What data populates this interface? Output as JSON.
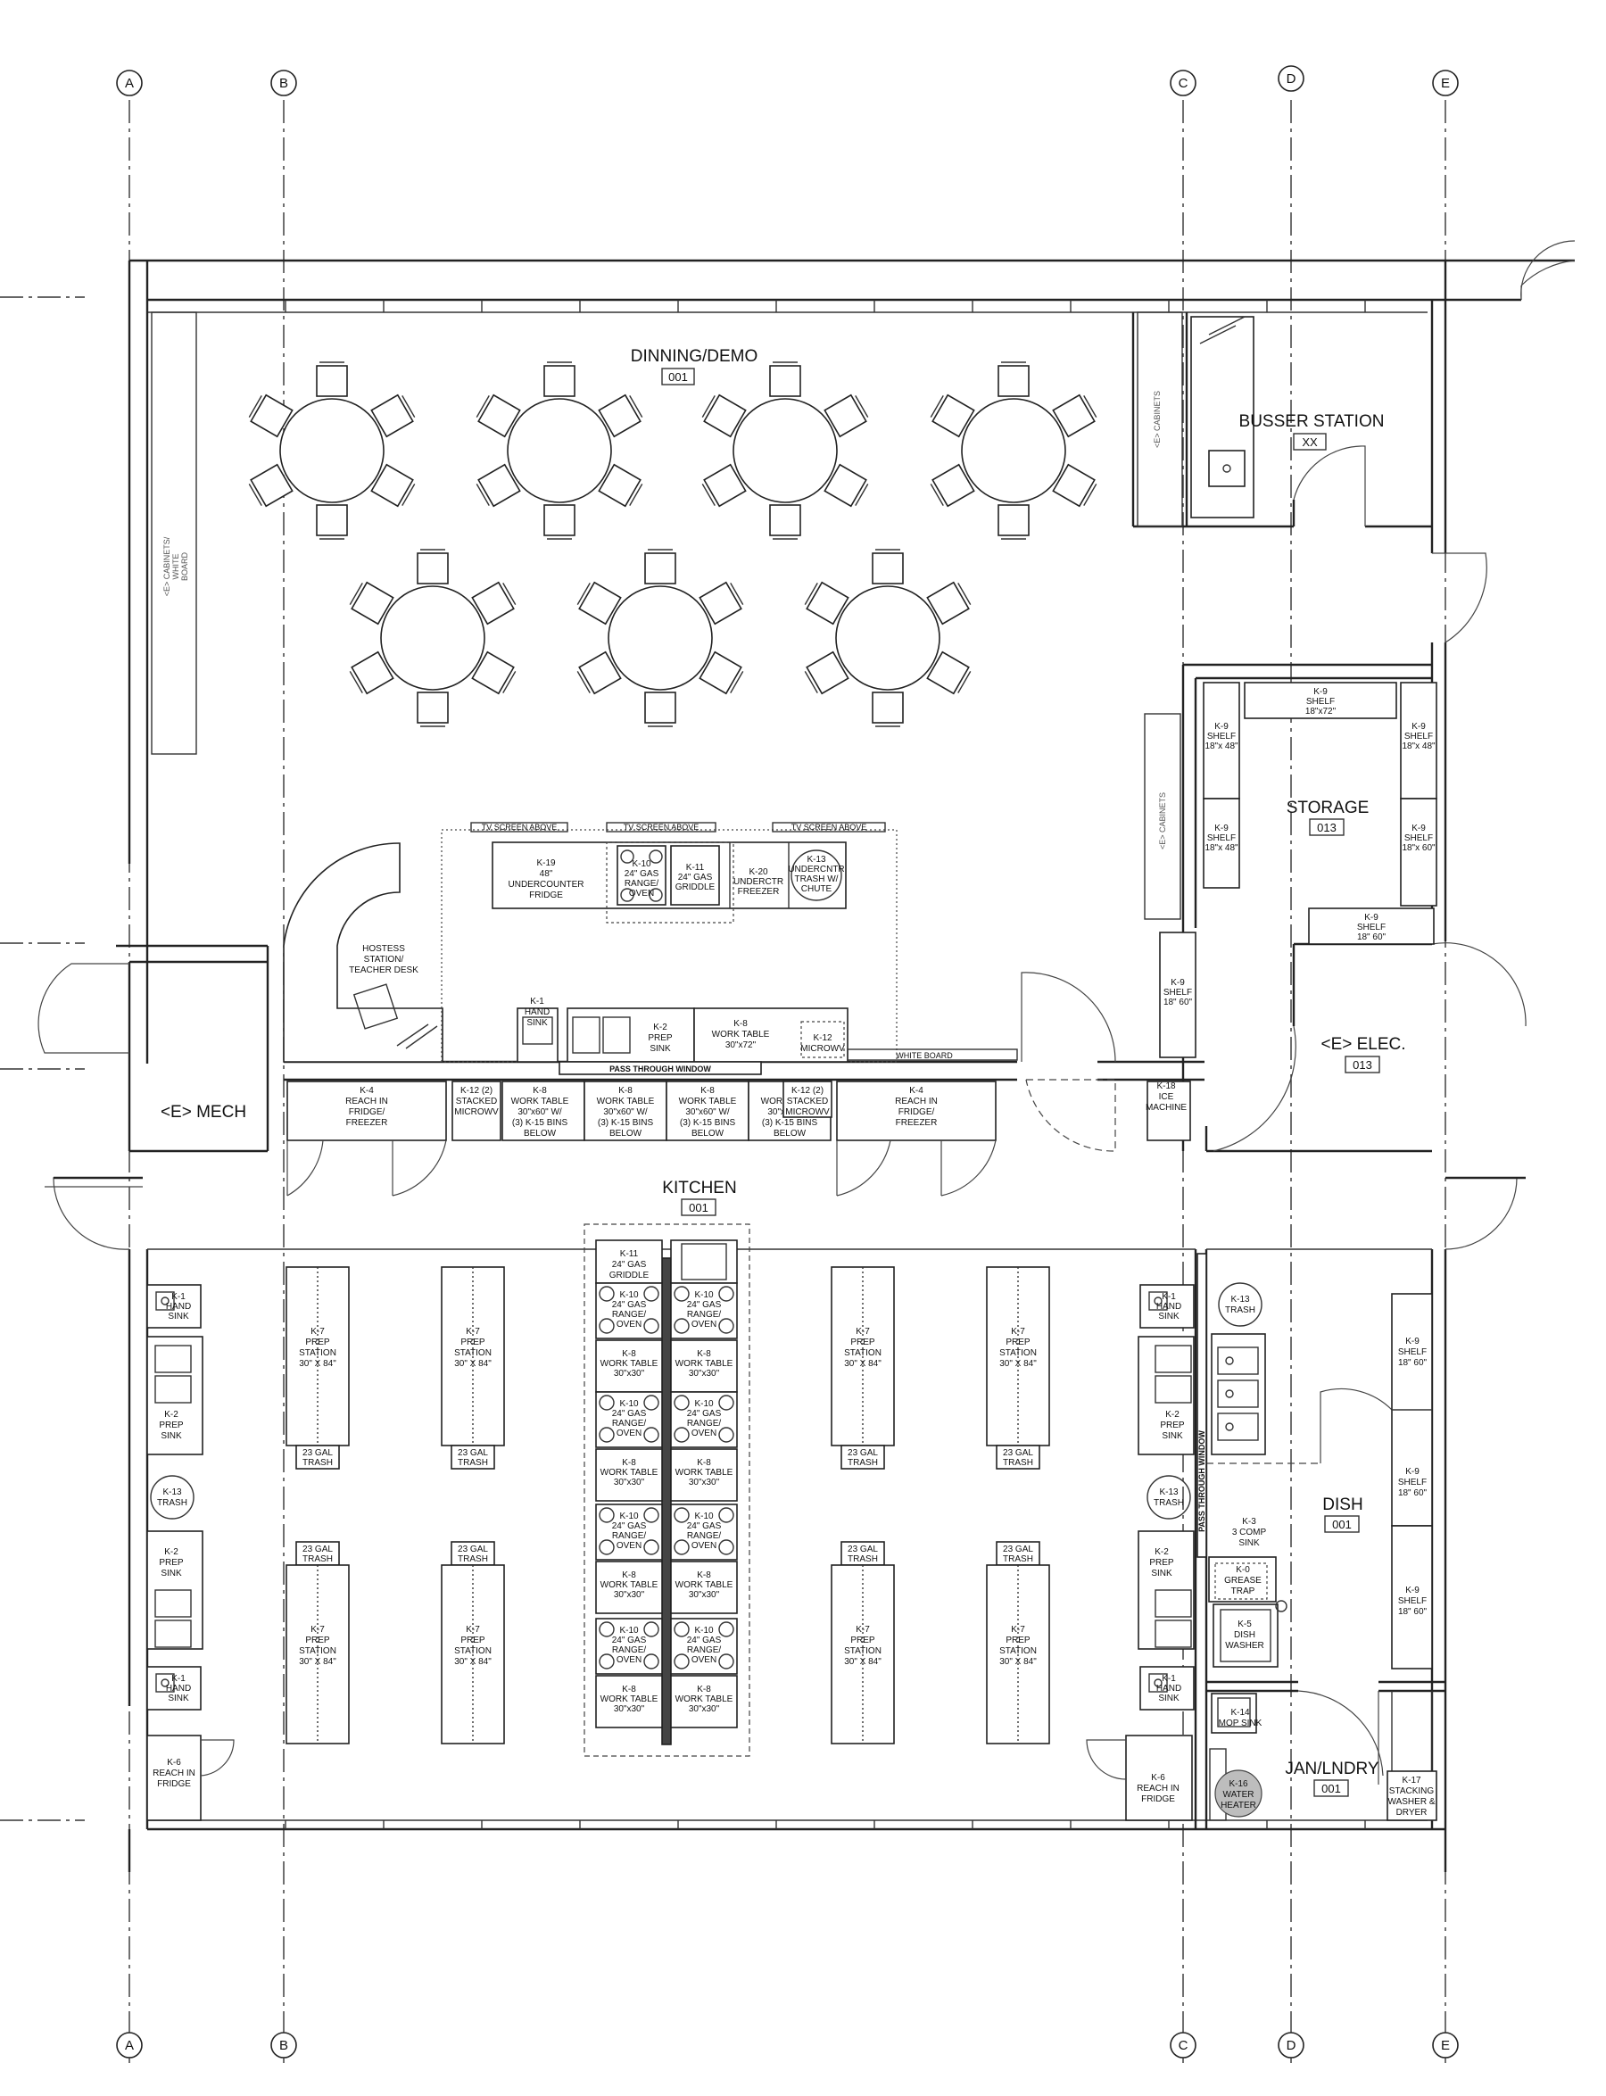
{
  "grid_lines": [
    "A",
    "B",
    "C",
    "D",
    "E"
  ],
  "rooms": {
    "dining": {
      "name": "DINNING/DEMO",
      "number": "001"
    },
    "busser": {
      "name": "BUSSER STATION",
      "number": "XX"
    },
    "storage": {
      "name": "STORAGE",
      "number": "013"
    },
    "elec": {
      "name": "<E> ELEC.",
      "number": "013"
    },
    "mech": {
      "name": "<E> MECH"
    },
    "kitchen": {
      "name": "KITCHEN",
      "number": "001"
    },
    "dish": {
      "name": "DISH",
      "number": "001"
    },
    "janitor": {
      "name": "JAN/LNDRY",
      "number": "001"
    }
  },
  "wall_labels": {
    "cabinets_whiteboard": "<E> CABINETS/ WHITE BOARD",
    "cabinets_busser": "<E> CABINETS",
    "cabinets_storage": "<E> CABINETS",
    "tv_screen": "TV SCREEN ABOVE",
    "pass_through": "PASS THROUGH WINDOW",
    "pass_through_dish": "PASS THROUGH WINDOW",
    "white_board": "WHITE BOARD"
  },
  "equipment": {
    "k19": [
      "K-19",
      "48\"",
      "UNDERCOUNTER",
      "FRIDGE"
    ],
    "k10_demo": [
      "K-10",
      "24\" GAS",
      "RANGE/",
      "OVEN"
    ],
    "k11_demo": [
      "K-11",
      "24\" GAS",
      "GRIDDLE"
    ],
    "k20": [
      "K-20",
      "UNDERCTR",
      "FREEZER"
    ],
    "k13_demo": [
      "K-13",
      "UNDERCNTR",
      "TRASH W/",
      "CHUTE"
    ],
    "hostess": [
      "HOSTESS",
      "STATION/",
      "TEACHER DESK"
    ],
    "k1_demo": [
      "K-1",
      "HAND",
      "SINK"
    ],
    "k2_demo": [
      "K-2",
      "PREP",
      "SINK"
    ],
    "k8_demo": [
      "K-8",
      "WORK TABLE",
      "30\"x72\""
    ],
    "k12_demo": [
      "K-12",
      "MICROWV"
    ],
    "k4": [
      "K-4",
      "REACH IN",
      "FRIDGE/",
      "FREEZER"
    ],
    "k12_stack": [
      "K-12 (2)",
      "STACKED",
      "MICROWV"
    ],
    "k8_bins": [
      "K-8",
      "WORK TABLE",
      "30\"x60\" W/",
      "(3) K-15 BINS",
      "BELOW"
    ],
    "k18": [
      "K-18",
      "ICE",
      "MACHINE"
    ],
    "k9_shelf_72": [
      "K-9",
      "SHELF",
      "18\"x72\""
    ],
    "k9_shelf_48": [
      "K-9",
      "SHELF",
      "18\"x 48\""
    ],
    "k9_shelf_60": [
      "K-9",
      "SHELF",
      "18\"x 60\""
    ],
    "k9_shelf_60b": [
      "K-9",
      "SHELF",
      "18\" 60\""
    ],
    "k7": [
      "K-7",
      "PREP",
      "STATION",
      "30\" X 84\""
    ],
    "trash23": [
      "23 GAL",
      "TRASH"
    ],
    "k11_kit": [
      "K-11",
      "24\" GAS",
      "GRIDDLE"
    ],
    "k10_kit": [
      "K-10",
      "24\" GAS",
      "RANGE/",
      "OVEN"
    ],
    "k8_kit": [
      "K-8",
      "WORK TABLE",
      "30\"x30\""
    ],
    "k1_kit": [
      "K-1",
      "HAND",
      "SINK"
    ],
    "k2_kit": [
      "K-2",
      "PREP",
      "SINK"
    ],
    "k13_kit": [
      "K-13",
      "TRASH"
    ],
    "k6": [
      "K-6",
      "REACH IN",
      "FRIDGE"
    ],
    "k3": [
      "K-3",
      "3 COMP",
      "SINK"
    ],
    "k0": [
      "K-0",
      "GREASE",
      "TRAP"
    ],
    "k5": [
      "K-5",
      "DISH",
      "WASHER"
    ],
    "k14": [
      "K-14",
      "MOP SINK"
    ],
    "k16": [
      "K-16",
      "WATER",
      "HEATER"
    ],
    "k17": [
      "K-17",
      "STACKING",
      "WASHER &",
      "DRYER"
    ]
  }
}
